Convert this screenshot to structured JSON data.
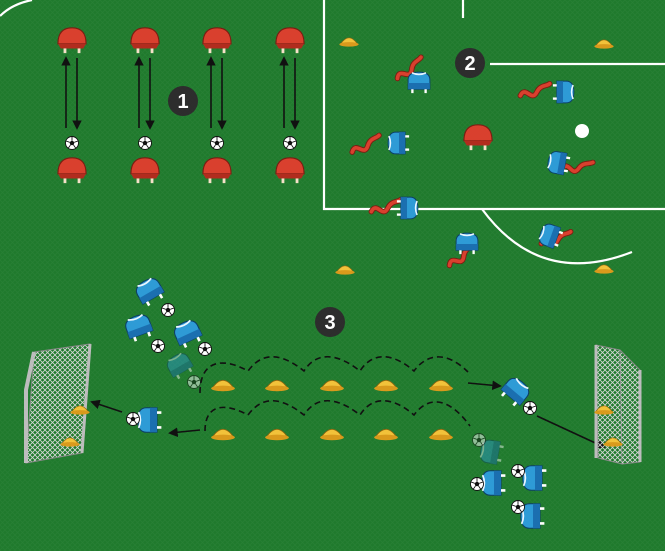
{
  "colors": {
    "pitch": "#1f7a2c",
    "pitch_dark": "#17652a",
    "lines": "#ffffff",
    "red_player": "#d9402e",
    "blue_player": "#2e9bd6",
    "cone": "#f2c23a",
    "number_badge": "#2d2d2d"
  },
  "stations": [
    {
      "id": "station-1",
      "number": "1"
    },
    {
      "id": "station-2",
      "number": "2"
    },
    {
      "id": "station-3",
      "number": "3"
    }
  ],
  "icons": [
    "red-player-icon",
    "blue-player-icon",
    "ball-icon",
    "cone-icon",
    "goal-icon",
    "arrow-icon",
    "dashed-dribble-path"
  ]
}
